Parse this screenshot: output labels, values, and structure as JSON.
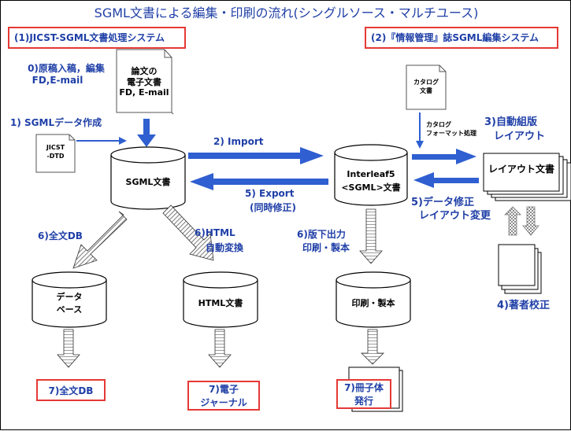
{
  "title": "SGML文書による編集・印刷の流れ(シングルソース・マルチユース)",
  "systems": {
    "left": "(1)JICST-SGML文書処理システム",
    "right": "(2)『情報管理』誌SGML編集システム"
  },
  "labels": {
    "step0_line1": "0)原稿入稿，編集",
    "step0_line2": "FD,E-mail",
    "paper_line1": "論文の",
    "paper_line2": "電子文書",
    "paper_line3": "FD, E-mail",
    "step1": "1) SGMLデータ作成",
    "dtd_line1": "JICST",
    "dtd_line2": "-DTD",
    "sgml_doc": "SGML文書",
    "import": "2)  Import",
    "export_line1": "5)  Export",
    "export_line2": "(同時修正)",
    "interleaf_line1": "Interleaf5",
    "interleaf_line2": "<SGML>文書",
    "catalog_line1": "カタログ",
    "catalog_line2": "文書",
    "catalog_proc_line1": "カタログ",
    "catalog_proc_line2": "フォーマット処理",
    "step3_line1": "3)自動組版",
    "step3_line2": "レイアウト",
    "layout_doc": "レイアウト文書",
    "step5_line1": "5)データ修正",
    "step5_line2": "レイアウト変更",
    "step6_fulltext": "6)全文DB",
    "step6_html_line1": "6)HTML",
    "step6_html_line2": "自動変換",
    "step6_print_line1": "6)版下出力",
    "step6_print_line2": "印刷・製本",
    "db_line1": "データ",
    "db_line2": "ベース",
    "html_doc": "HTML文書",
    "print_bind": "印刷・製本",
    "step4": "4)著者校正",
    "out_db": "7)全文DB",
    "out_ej_line1": "7)電子",
    "out_ej_line2": "ジャーナル",
    "out_book_line1": "7)冊子体",
    "out_book_line2": "発行"
  },
  "colors": {
    "accent": "#1f3fa7",
    "red_border": "#e53935",
    "arrow_blue": "#2f5fd0"
  }
}
